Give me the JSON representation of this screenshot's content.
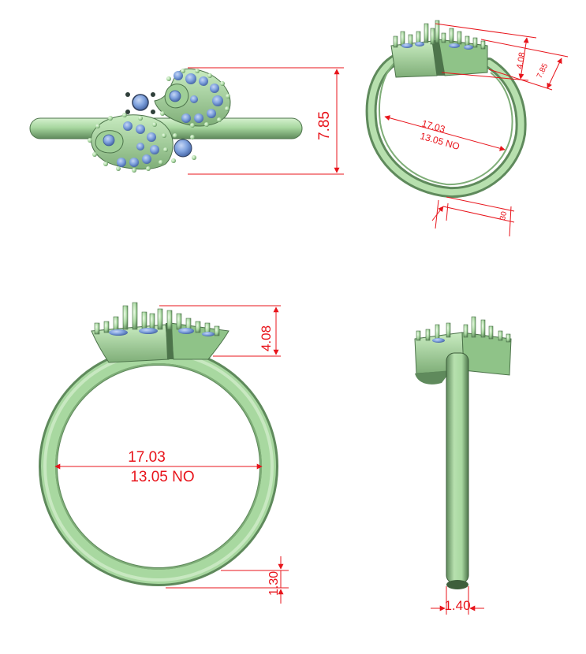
{
  "colors": {
    "metal": "#a8d8a0",
    "metal_dark": "#5f8a5c",
    "metal_shadow": "#3e5f3c",
    "metal_light": "#d6f0cf",
    "stone": "#7fa2de",
    "stone_dark": "#4a6bb0",
    "dimension": "#e8141b",
    "background": "#ffffff"
  },
  "views": {
    "top": {
      "height_label": "7.85"
    },
    "perspective": {
      "inner_label": "17.03",
      "size_label": "13.05 NO",
      "head_label": "4.08",
      "depth_label": "7.85",
      "shank_label": "30"
    },
    "front": {
      "head_label": "4.08",
      "inner_label": "17.03",
      "size_label": "13.05 NO",
      "shank_label": "1.30"
    },
    "side": {
      "width_label": "1.40"
    }
  }
}
